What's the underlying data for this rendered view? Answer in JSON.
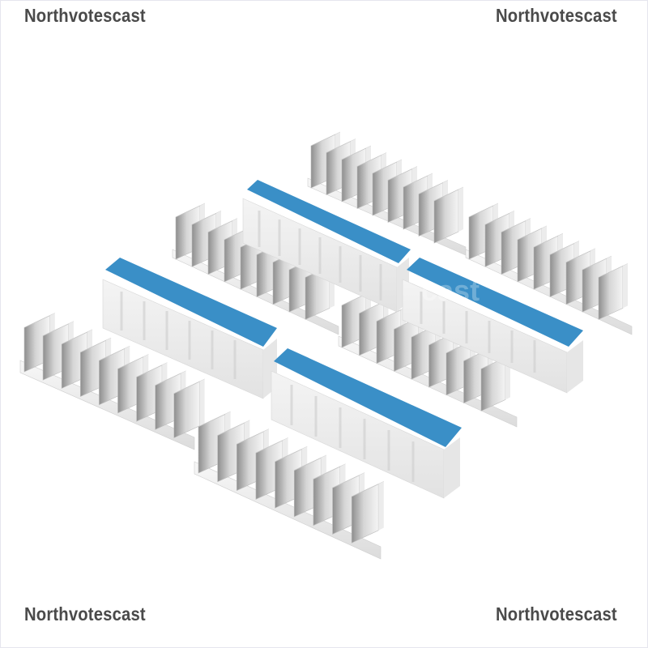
{
  "image": {
    "subject": "aluminum heatsinks with blue thermal adhesive pads",
    "item_count": 8,
    "colors": {
      "background": "#ffffff",
      "aluminum_light": "#f2f2f2",
      "aluminum_mid": "#cfcfcf",
      "aluminum_dark": "#9a9a9a",
      "thermal_pad": "#3a8fc7",
      "watermark": "#4a4a4a"
    }
  },
  "watermarks": {
    "top_left": "Northvotescast",
    "top_right": "Northvotescast",
    "bottom_left": "Northvotescast",
    "bottom_right": "Northvotescast",
    "center_faint": "cast"
  }
}
